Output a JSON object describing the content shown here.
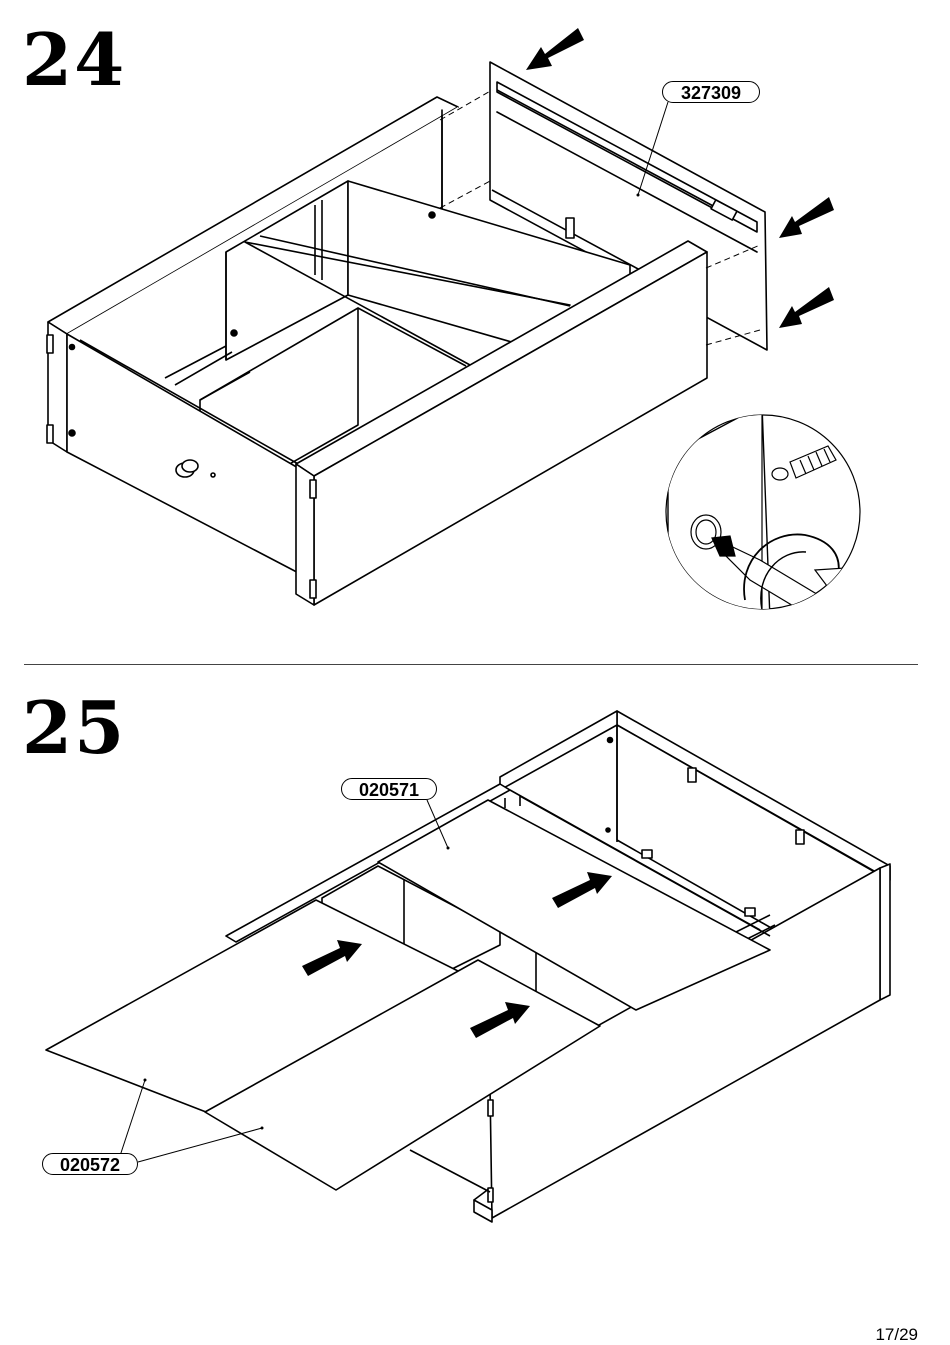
{
  "steps": [
    {
      "number": "24",
      "parts": [
        "327309"
      ]
    },
    {
      "number": "25",
      "parts": [
        "020571",
        "020572"
      ]
    }
  ],
  "page": {
    "number": "17/29"
  },
  "icons": [
    "insertion-arrow-icon",
    "screwdriver-icon",
    "dowel-icon",
    "rotation-arrow-icon"
  ],
  "colors": {
    "line": "#000000",
    "background": "#ffffff"
  }
}
